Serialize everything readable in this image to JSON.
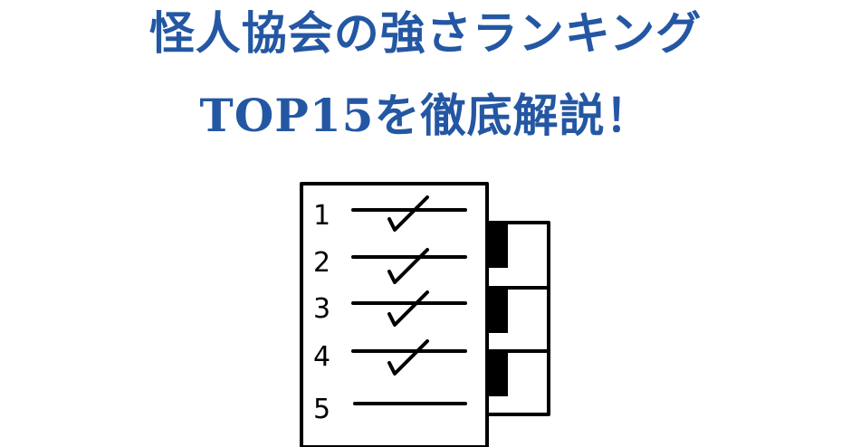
{
  "header": {
    "title_line1": "怪人協会の強さランキング",
    "title_line2": "TOP15を徹底解説！",
    "title_color": "#2457a3"
  },
  "illustration": {
    "name": "ranking-checklist",
    "rows": [
      {
        "number": "1",
        "checked": true
      },
      {
        "number": "2",
        "checked": true
      },
      {
        "number": "3",
        "checked": true
      },
      {
        "number": "4",
        "checked": true
      },
      {
        "number": "5",
        "checked": false
      }
    ],
    "tab_count": 3
  }
}
